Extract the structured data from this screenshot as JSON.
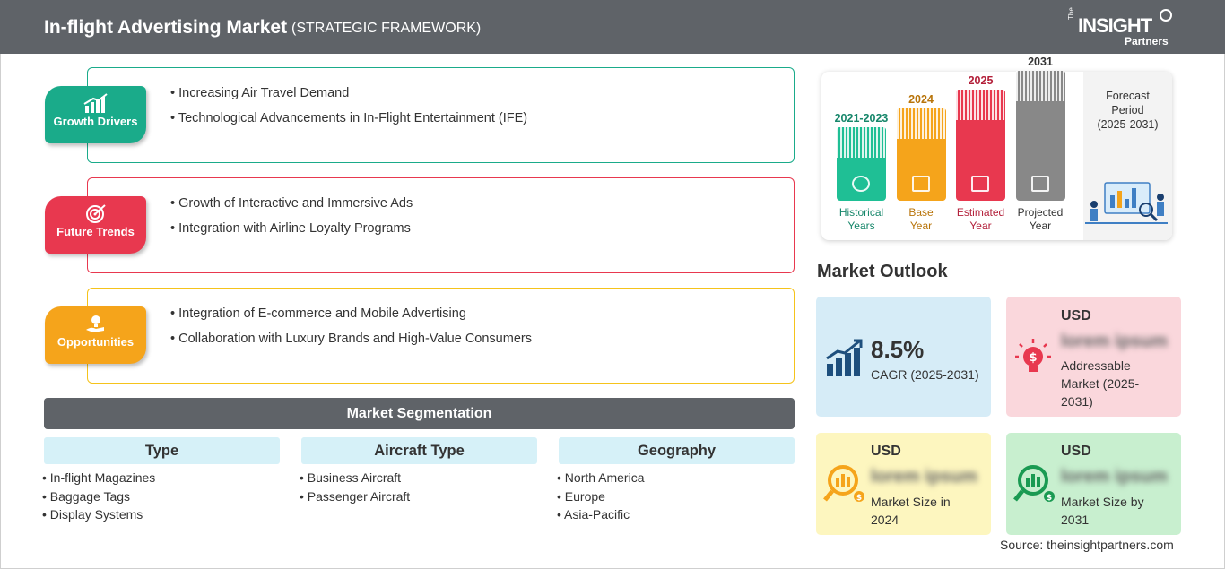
{
  "header": {
    "title": "In-flight Advertising Market",
    "subtitle": "(STRATEGIC FRAMEWORK)",
    "logo_the": "The",
    "logo_insight": "INSIGHT",
    "logo_partners": "Partners"
  },
  "framework": [
    {
      "label": "Growth Drivers",
      "color": "#1aab8a",
      "items": [
        "Increasing Air Travel Demand",
        "Technological Advancements in In-Flight Entertainment (IFE)"
      ]
    },
    {
      "label": "Future Trends",
      "color": "#e8384f",
      "items": [
        "Growth of Interactive and Immersive Ads",
        "Integration with Airline Loyalty Programs"
      ]
    },
    {
      "label": "Opportunities",
      "color": "#f5a41b",
      "items": [
        "Integration of E-commerce and Mobile Advertising",
        "Collaboration with Luxury Brands and High-Value Consumers"
      ]
    }
  ],
  "segmentation": {
    "title": "Market Segmentation",
    "columns": [
      {
        "heading": "Type",
        "items": [
          "In-flight Magazines",
          "Baggage Tags",
          "Display Systems"
        ]
      },
      {
        "heading": "Aircraft Type",
        "items": [
          "Business Aircraft",
          "Passenger Aircraft"
        ]
      },
      {
        "heading": "Geography",
        "items": [
          "North America",
          "Europe",
          "Asia-Pacific"
        ]
      }
    ]
  },
  "timeline": {
    "bars": [
      {
        "year": "2021-2023",
        "label": [
          "Historical",
          "Years"
        ],
        "color": "#1fbf95",
        "text_color": "#17876b",
        "level": 1
      },
      {
        "year": "2024",
        "label": [
          "Base",
          "Year"
        ],
        "color": "#f5a41b",
        "text_color": "#b8740a",
        "level": 2
      },
      {
        "year": "2025",
        "label": [
          "Estimated",
          "Year"
        ],
        "color": "#e8384f",
        "text_color": "#b3203a",
        "level": 3
      },
      {
        "year": "2031",
        "label": [
          "Projected",
          "Year"
        ],
        "color": "#888888",
        "text_color": "#333333",
        "level": 4
      }
    ],
    "forecast": [
      "Forecast",
      "Period",
      "(2025-2031)"
    ]
  },
  "outlook": {
    "title": "Market Outlook",
    "cagr": {
      "value": "8.5%",
      "label": "CAGR (2025-2031)",
      "color": "#d6ecf7"
    },
    "addressable": {
      "usd": "USD",
      "value": "lorem ipsum",
      "label": [
        "Addressable",
        "Market (2025-",
        "2031)"
      ],
      "color": "#fad7dc"
    },
    "size_2024": {
      "usd": "USD",
      "value": "lorem ipsum",
      "label": [
        "Market Size in",
        "2024"
      ],
      "color": "#fdf6bf"
    },
    "size_2031": {
      "usd": "USD",
      "value": "lorem ipsum",
      "label": [
        "Market Size by",
        "2031"
      ],
      "color": "#c8efcf"
    }
  },
  "source": "Source: theinsightpartners.com"
}
